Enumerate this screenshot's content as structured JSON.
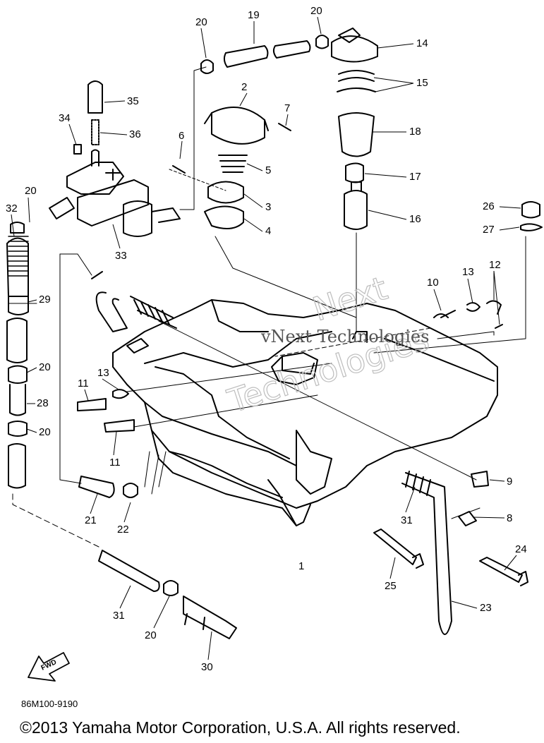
{
  "watermark": {
    "line1": "Next",
    "line2": "Technologies",
    "line3": "vNext Technologies"
  },
  "fwd_label": "FWD",
  "part_code": "86M100-9190",
  "copyright": "©2013 Yamaha Motor Corporation, U.S.A. All rights reserved.",
  "callouts": {
    "c1": "1",
    "c2": "2",
    "c3": "3",
    "c4": "4",
    "c5": "5",
    "c6": "6",
    "c7": "7",
    "c8": "8",
    "c9": "9",
    "c10": "10",
    "c11a": "11",
    "c11b": "11",
    "c12": "12",
    "c13a": "13",
    "c13b": "13",
    "c14": "14",
    "c15": "15",
    "c16": "16",
    "c17": "17",
    "c18": "18",
    "c19": "19",
    "c20a": "20",
    "c20b": "20",
    "c20c": "20",
    "c20d": "20",
    "c20e": "20",
    "c20f": "20",
    "c21": "21",
    "c22": "22",
    "c23": "23",
    "c24": "24",
    "c25": "25",
    "c26": "26",
    "c27": "27",
    "c28": "28",
    "c29": "29",
    "c30": "30",
    "c31a": "31",
    "c31b": "31",
    "c32": "32",
    "c33": "33",
    "c34": "34",
    "c35": "35",
    "c36": "36"
  }
}
